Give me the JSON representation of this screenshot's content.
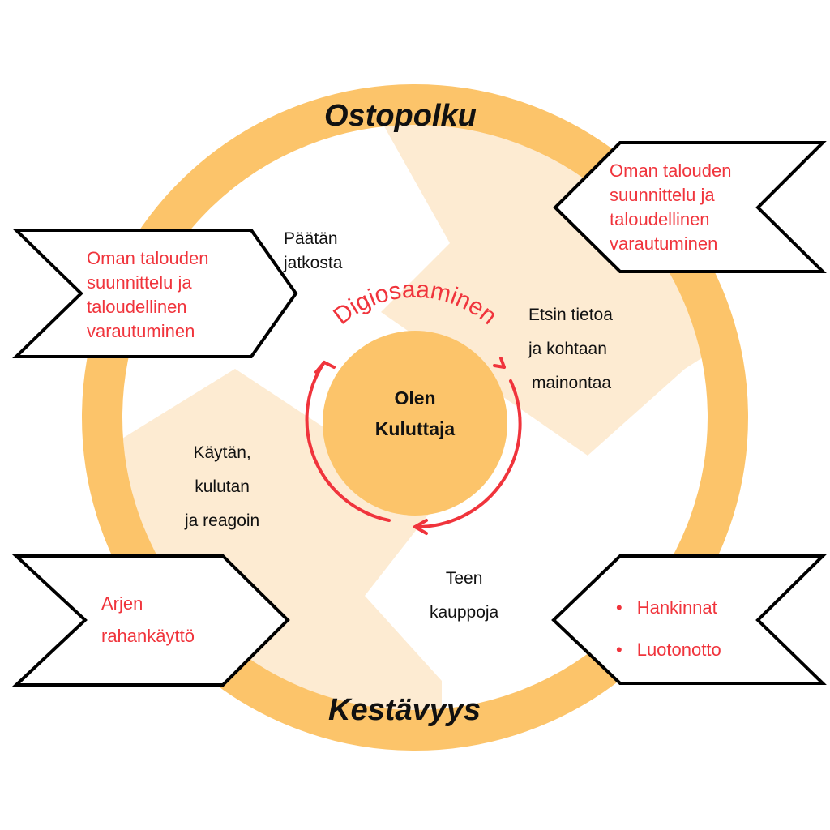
{
  "titles": {
    "top": "Ostopolku",
    "bottom": "Kestävyys"
  },
  "center": {
    "line1": "Olen",
    "line2": "Kuluttaja",
    "ring_label": "Digiosaaminen"
  },
  "stages": {
    "decide": [
      "Päätän",
      "jatkosta"
    ],
    "search": [
      "Etsin tietoa",
      "ja kohtaan",
      "mainontaa"
    ],
    "buy": [
      "Teen",
      "kauppoja"
    ],
    "use": [
      "Käytän,",
      "kulutan",
      "ja reagoin"
    ]
  },
  "boxes": {
    "top_left": [
      "Oman talouden",
      "suunnittelu ja",
      "taloudellinen",
      "varautuminen"
    ],
    "top_right": [
      "Oman talouden",
      "suunnittelu ja",
      "taloudellinen",
      "varautuminen"
    ],
    "bottom_left": [
      "Arjen",
      "rahankäyttö"
    ],
    "bottom_right": [
      "Hankinnat",
      "Luotonotto"
    ]
  },
  "colors": {
    "ring": "#fcc46a",
    "light": "#fdebd2",
    "accent": "#f0343c"
  }
}
